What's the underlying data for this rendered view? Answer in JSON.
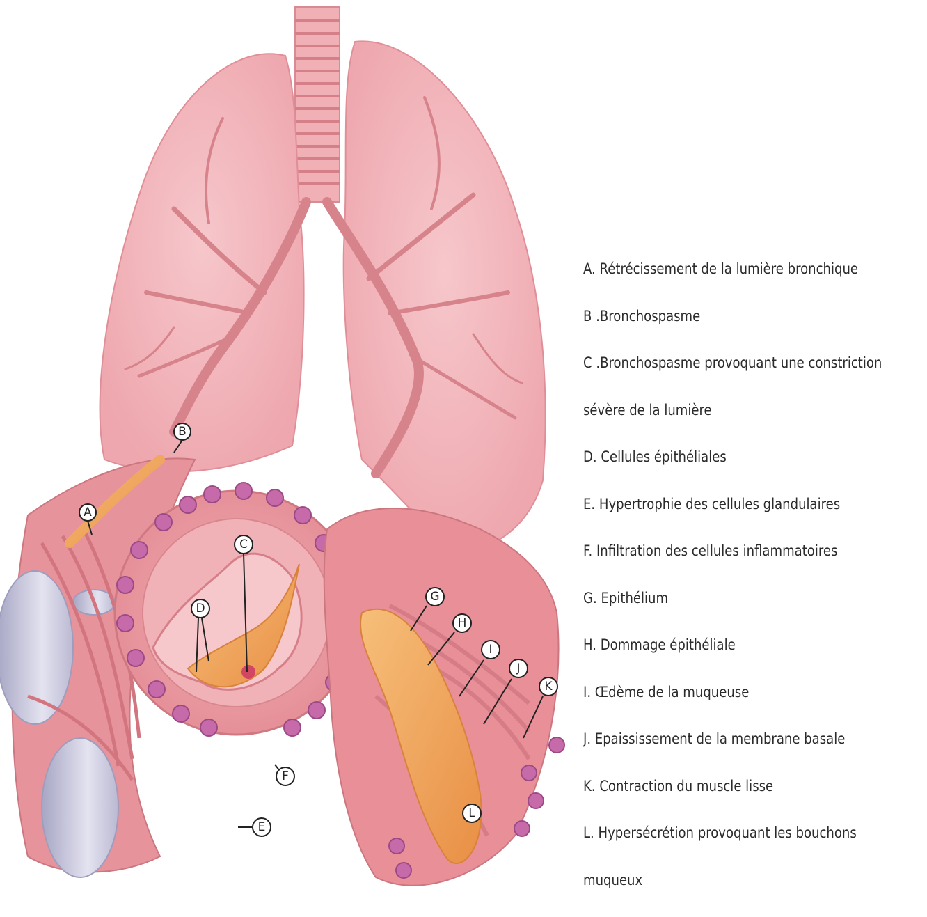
{
  "markers": [
    "A",
    "B",
    "C",
    "D",
    "E",
    "F",
    "G",
    "H",
    "I",
    "J",
    "K",
    "L"
  ],
  "legend": [
    "A.  Rétrécissement de la lumière bronchique",
    "B .Bronchospasme",
    "C .Bronchospasme  provoquant  une  constriction",
    "sévère de la lumière",
    "D. Cellules épithéliales",
    "E. Hypertrophie des cellules glandulaires",
    "F. Infiltration des cellules inflammatoires",
    "G. Epithélium",
    "H. Dommage épithéliale",
    "I. Œdème de la muqueuse",
    "J. Epaississement de la membrane basale",
    "K. Contraction du muscle lisse",
    "L. Hypersécrétion provoquant les bouchons",
    "muqueux"
  ],
  "colors": {
    "lung_fill": "#f2b8bd",
    "lung_edge": "#e69aa3",
    "tissue": "#e98f98",
    "mucus": "#f0a45c",
    "cartilage": "#c9c8dd",
    "gland": "#c66fae"
  }
}
